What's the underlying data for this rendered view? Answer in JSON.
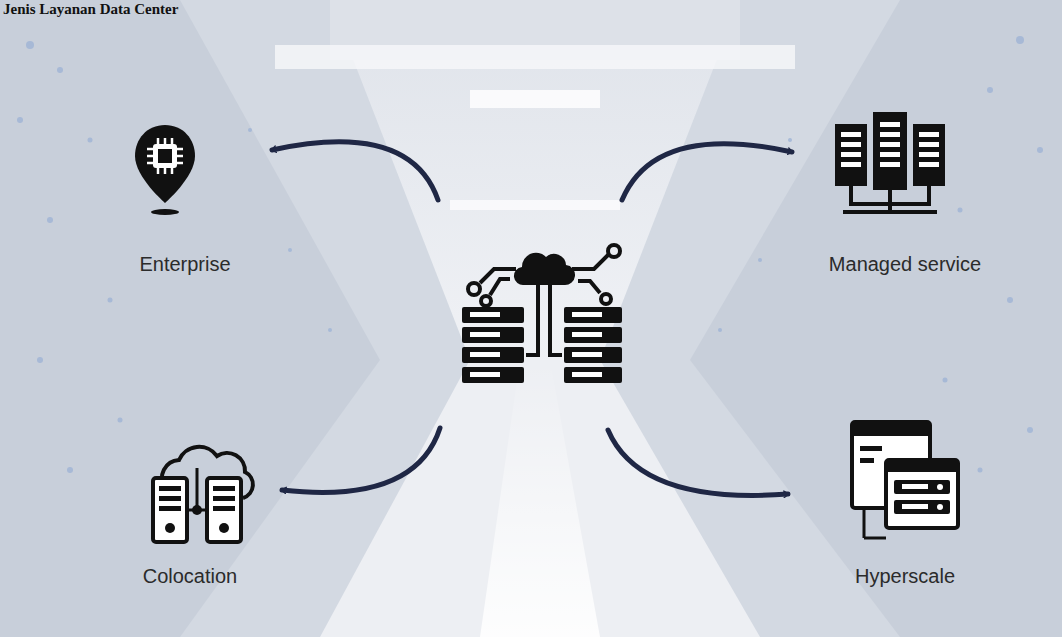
{
  "diagram": {
    "title": "Jenis Layanan Data Center",
    "nodes": [
      {
        "text": [
          "Enterprise"
        ]
      },
      {
        "text": [
          "Managed service"
        ]
      },
      {
        "text": [
          "Colocation"
        ]
      },
      {
        "text": [
          "Hyperscale"
        ]
      }
    ]
  }
}
